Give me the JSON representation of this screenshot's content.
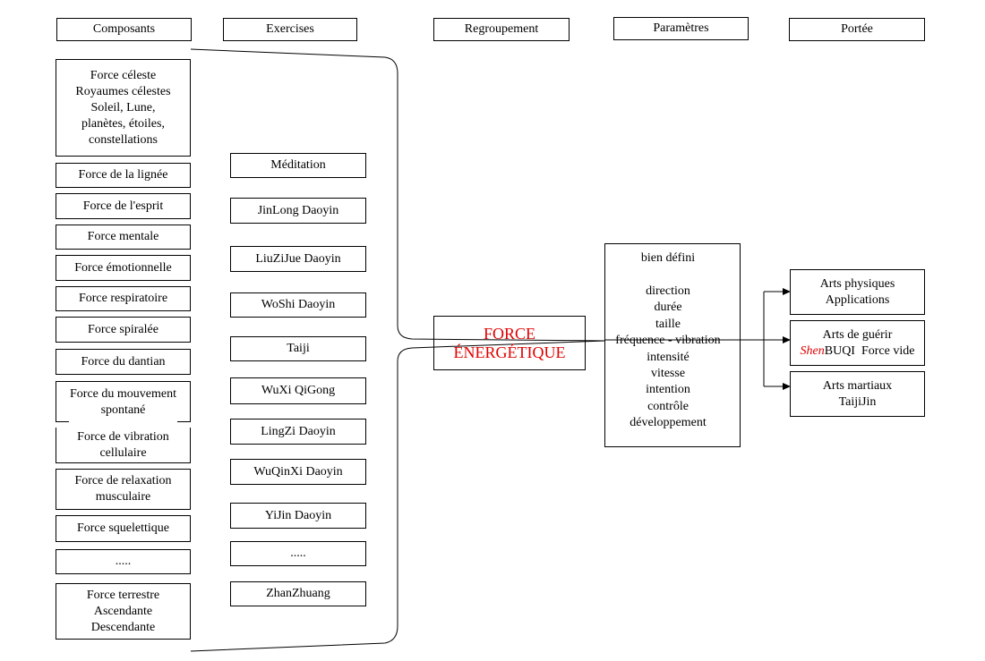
{
  "headers": {
    "components": "Composants",
    "exercises": "Exercises",
    "grouping": "Regroupement",
    "parameters": "Paramètres",
    "scope": "Portée"
  },
  "components": [
    "Force céleste\nRoyaumes célestes\nSoleil, Lune,\nplanètes, étoiles,\nconstellations",
    "Force de la lignée",
    "Force de l'esprit",
    "Force mentale",
    "Force émotionnelle",
    "Force respiratoire",
    "Force spiralée",
    "Force du dantian",
    "Force du mouvement\nspontané",
    "Force de vibration\ncellulaire",
    "Force de relaxation\nmusculaire",
    "Force squelettique",
    ".....",
    "Force terrestre\nAscendante\nDescendante"
  ],
  "exercises": [
    "Méditation",
    "JinLong Daoyin",
    "LiuZiJue Daoyin",
    "WoShi Daoyin",
    "Taiji",
    "WuXi QiGong",
    "LingZi Daoyin",
    "WuQinXi Daoyin",
    "YiJin Daoyin",
    ".....",
    "ZhanZhuang"
  ],
  "grouping": {
    "line1": "FORCE",
    "line2": "ÉNERGÉTIQUE"
  },
  "parameters": {
    "title": "bien défini",
    "items": [
      "direction",
      "durée",
      "taille",
      "fréquence - vibration",
      "intensité",
      "vitesse",
      "intention",
      "contrôle",
      "développement"
    ]
  },
  "scope": [
    {
      "lines": [
        "Arts physiques",
        "Applications"
      ]
    },
    {
      "line1": "Arts de guérir",
      "shen": "Shen",
      "rest": "BUQI  Force vide"
    },
    {
      "lines": [
        "Arts martiaux",
        "TaijiJin"
      ]
    }
  ],
  "colors": {
    "accent": "#e00000",
    "line": "#000000"
  }
}
